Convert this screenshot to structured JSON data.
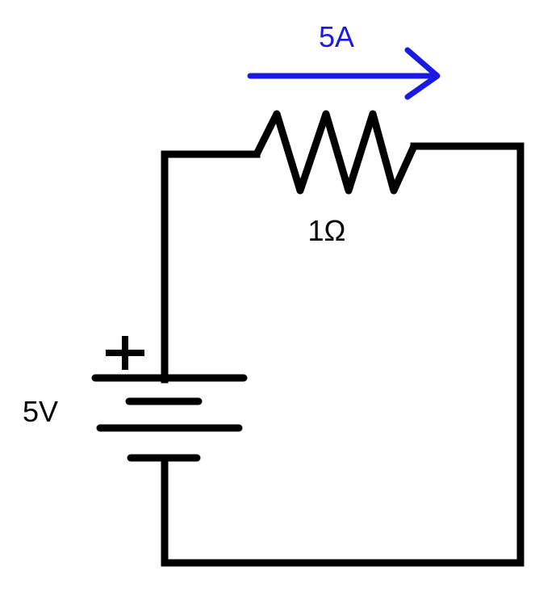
{
  "circuit": {
    "current_label": "5A",
    "resistance_label": "1Ω",
    "voltage_label": "5V",
    "battery_polarity_symbol": "+"
  },
  "colors": {
    "wire": "#000000",
    "current_arrow": "#1a1ae6",
    "background": "#ffffff"
  }
}
